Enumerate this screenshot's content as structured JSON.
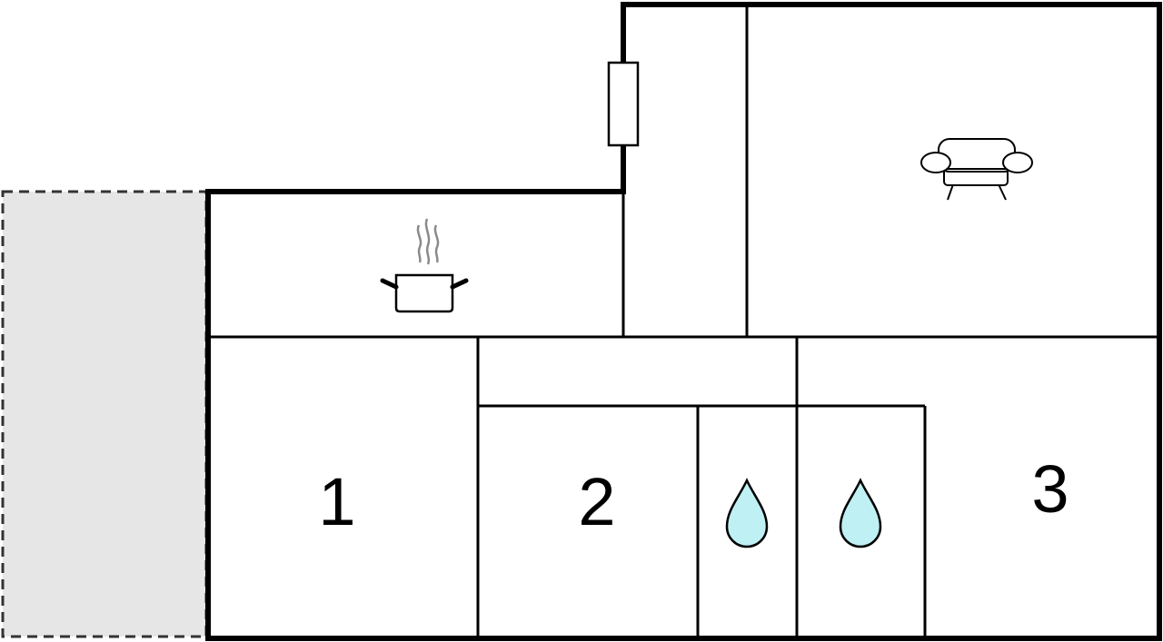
{
  "floor_plan": {
    "rooms": [
      {
        "id": "bedroom-1",
        "label": "1"
      },
      {
        "id": "bedroom-2",
        "label": "2"
      },
      {
        "id": "bedroom-3",
        "label": "3"
      }
    ],
    "icons": {
      "kitchen": "cooking-pot-icon",
      "living_room": "sofa-icon",
      "bathroom_1": "water-drop-icon",
      "bathroom_2": "water-drop-icon",
      "entrance": "door-icon"
    },
    "colors": {
      "wall": "#000000",
      "terrace_fill": "#e6e6e6",
      "terrace_border": "#333333",
      "water_drop": "#bff0f4",
      "steam": "#8a8a8a"
    }
  }
}
